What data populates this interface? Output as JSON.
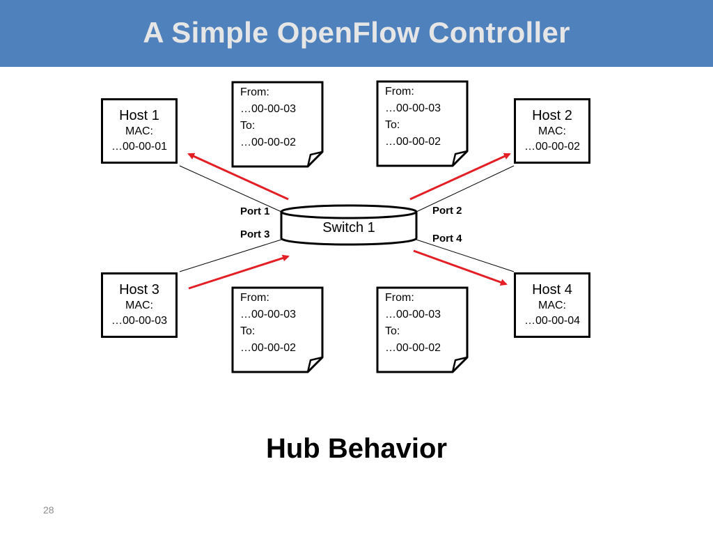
{
  "slide": {
    "title": "A Simple OpenFlow Controller",
    "caption": "Hub Behavior",
    "page_number": "28"
  },
  "switch": {
    "label": "Switch 1"
  },
  "ports": {
    "port1": "Port 1",
    "port2": "Port 2",
    "port3": "Port 3",
    "port4": "Port 4"
  },
  "hosts": {
    "host1": {
      "name": "Host 1",
      "mac_label": "MAC:",
      "mac": "…00-00-01"
    },
    "host2": {
      "name": "Host 2",
      "mac_label": "MAC:",
      "mac": "…00-00-02"
    },
    "host3": {
      "name": "Host 3",
      "mac_label": "MAC:",
      "mac": "…00-00-03"
    },
    "host4": {
      "name": "Host 4",
      "mac_label": "MAC:",
      "mac": "…00-00-04"
    }
  },
  "packets": {
    "to_host1": {
      "from_label": "From:",
      "from": "…00-00-03",
      "to_label": "To:",
      "to": "…00-00-02"
    },
    "to_host2": {
      "from_label": "From:",
      "from": "…00-00-03",
      "to_label": "To:",
      "to": "…00-00-02"
    },
    "from_host3": {
      "from_label": "From:",
      "from": "…00-00-03",
      "to_label": "To:",
      "to": "…00-00-02"
    },
    "to_host4": {
      "from_label": "From:",
      "from": "…00-00-03",
      "to_label": "To:",
      "to": "…00-00-02"
    }
  },
  "colors": {
    "title_bar": "#4f81bd",
    "title_text": "#e6e6e6",
    "arrow": "#e31e24",
    "page_number": "#8c8c8c"
  }
}
